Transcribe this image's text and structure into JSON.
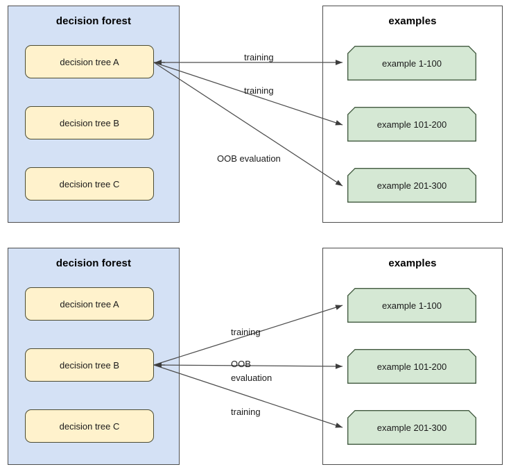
{
  "diagrams": [
    {
      "id": "top",
      "forest": {
        "title": "decision forest",
        "trees": [
          {
            "label": "decision tree A"
          },
          {
            "label": "decision tree B"
          },
          {
            "label": "decision tree C"
          }
        ]
      },
      "examples": {
        "title": "examples",
        "items": [
          {
            "label": "example 1-100"
          },
          {
            "label": "example 101-200"
          },
          {
            "label": "example 201-300"
          }
        ]
      },
      "edges": [
        {
          "label": "training",
          "from": "decision tree A",
          "to": "example 1-100"
        },
        {
          "label": "training",
          "from": "decision tree A",
          "to": "example 101-200"
        },
        {
          "label": "OOB evaluation",
          "from": "decision tree A",
          "to": "example 201-300"
        }
      ],
      "edge_labels": [
        {
          "line1": "training",
          "line2": ""
        },
        {
          "line1": "training",
          "line2": ""
        },
        {
          "line1": "OOB evaluation",
          "line2": ""
        }
      ]
    },
    {
      "id": "bottom",
      "forest": {
        "title": "decision forest",
        "trees": [
          {
            "label": "decision tree A"
          },
          {
            "label": "decision tree B"
          },
          {
            "label": "decision tree C"
          }
        ]
      },
      "examples": {
        "title": "examples",
        "items": [
          {
            "label": "example 1-100"
          },
          {
            "label": "example 101-200"
          },
          {
            "label": "example 201-300"
          }
        ]
      },
      "edges": [
        {
          "label": "training",
          "from": "decision tree B",
          "to": "example 1-100"
        },
        {
          "label": "OOB evaluation",
          "from": "decision tree B",
          "to": "example 101-200"
        },
        {
          "label": "training",
          "from": "decision tree B",
          "to": "example 201-300"
        }
      ],
      "edge_labels": [
        {
          "line1": "training",
          "line2": ""
        },
        {
          "line1": "OOB",
          "line2": "evaluation"
        },
        {
          "line1": "training",
          "line2": ""
        }
      ]
    }
  ],
  "colors": {
    "forest_panel_fill": "#d4e1f5",
    "examples_panel_fill": "#ffffff",
    "tree_fill": "#fff2cc",
    "tree_border": "#4b4b32",
    "example_fill": "#d5e8d4",
    "example_border": "#41593f",
    "panel_border": "#4d4d4d",
    "edge_stroke": "#4d4d4d",
    "text": "#1a1a1a"
  }
}
